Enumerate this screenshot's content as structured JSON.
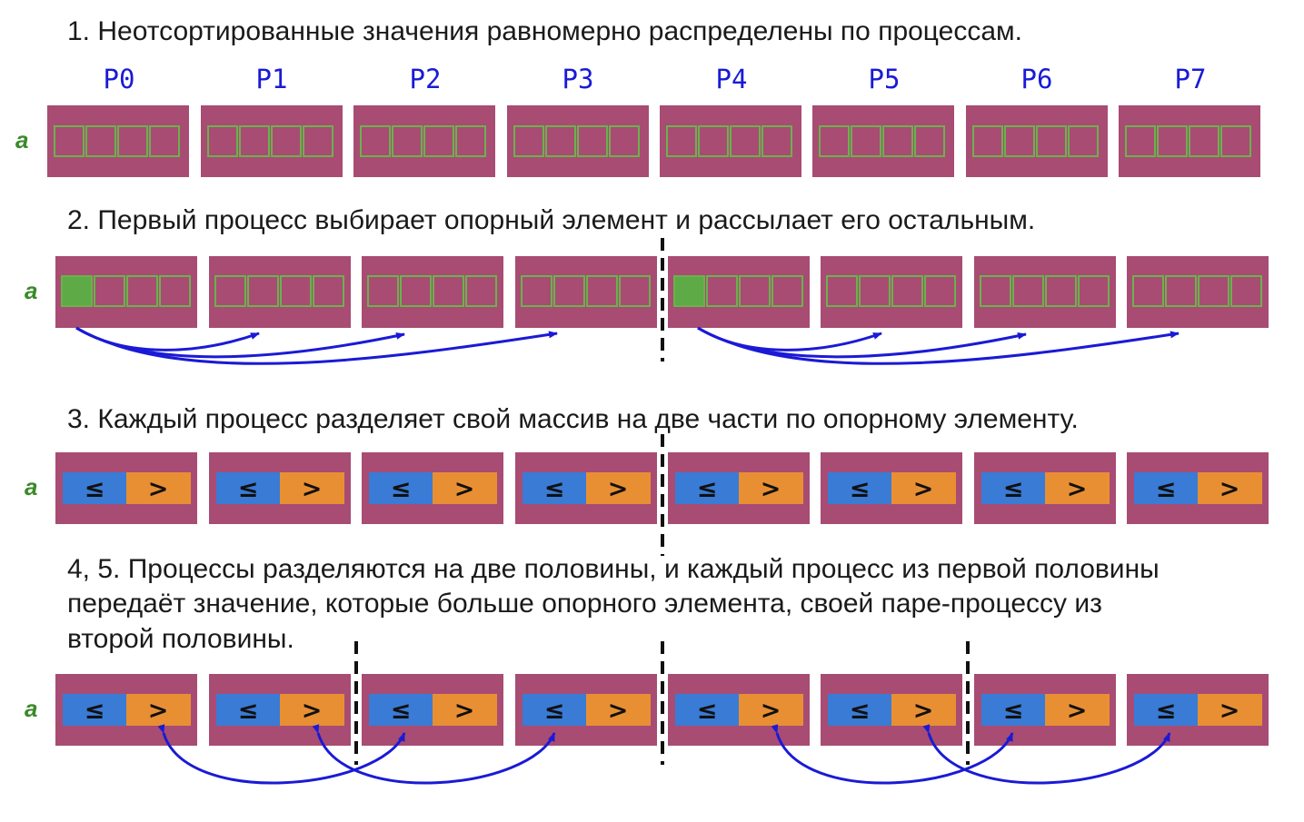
{
  "steps": [
    "1. Неотсортированные значения равномерно распределены по процессам.",
    "2. Первый процесс выбирает опорный элемент и рассылает его остальным.",
    "3. Каждый процесс разделяет свой массив на две части по опорному элементу.",
    "4, 5. Процессы разделяются на две половины, и каждый процесс из первой половины",
    "передаёт значение, которые больше опорного элемента, своей паре-процессу из",
    "второй половины."
  ],
  "processes": [
    "P0",
    "P1",
    "P2",
    "P3",
    "P4",
    "P5",
    "P6",
    "P7"
  ],
  "array_label": "a",
  "symbols": {
    "le": "≤",
    "gt": ">"
  },
  "colors": {
    "block": "#a84c73",
    "cell_border": "#6ab24c",
    "pivot": "#5daa46",
    "le_part": "#3a7bd5",
    "gt_part": "#e98f33",
    "arrow": "#1a1ad6",
    "divider": "#111111"
  }
}
